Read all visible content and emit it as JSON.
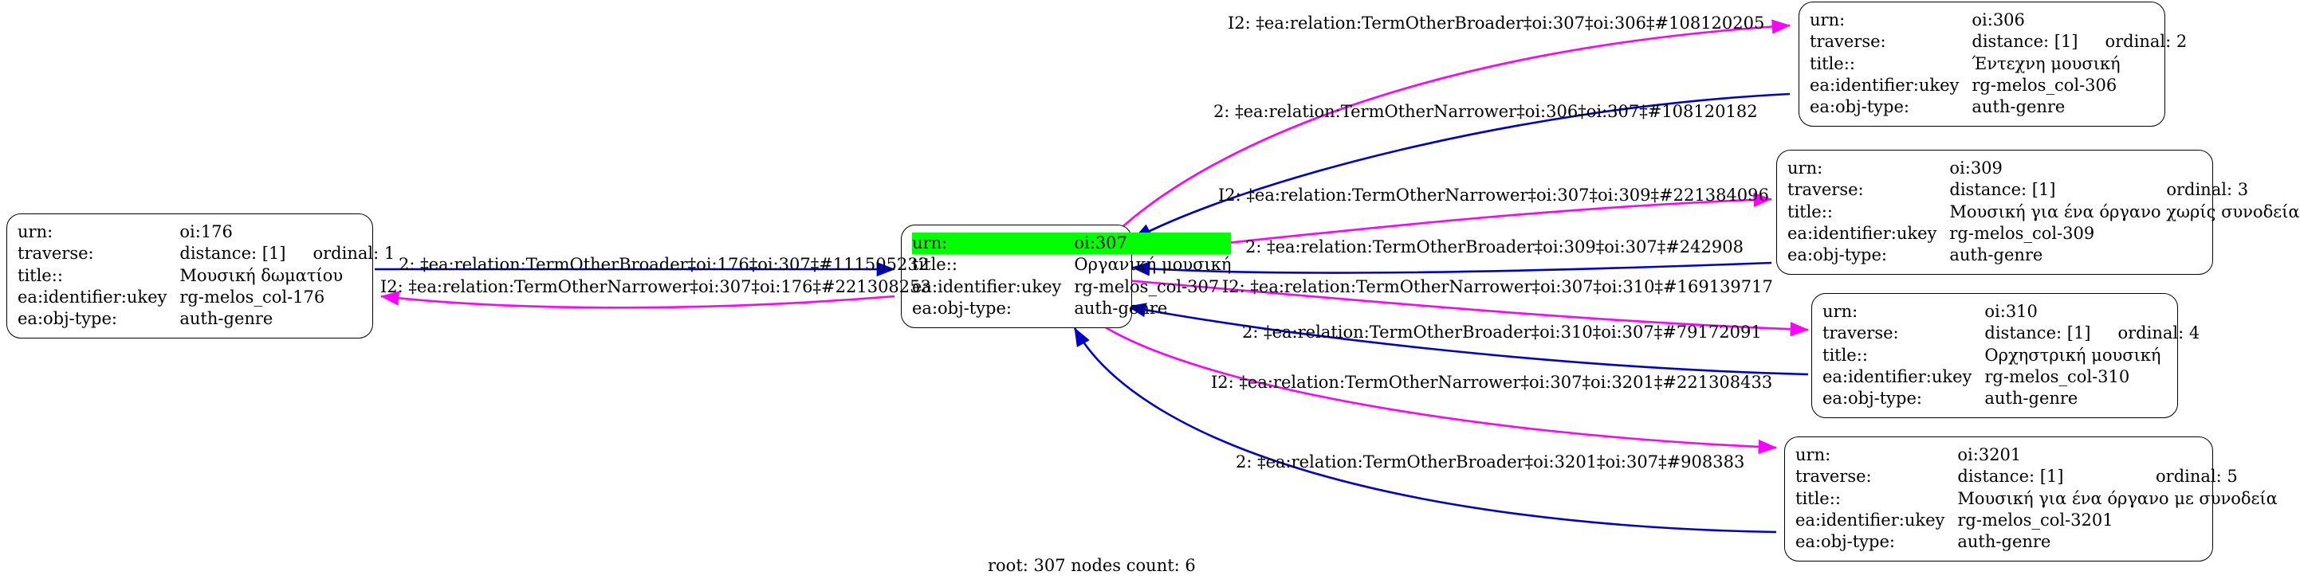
{
  "graph": {
    "footer": "root: 307 nodes count: 6",
    "highlight_color": "#00ff00",
    "edge_colors": {
      "broader": "#0000cc",
      "narrower": "#ff00ff"
    },
    "field_labels": {
      "urn": "urn:",
      "traverse": "traverse:",
      "title": "title::",
      "ukey": "ea:identifier:ukey",
      "objtype": "ea:obj-type:"
    }
  },
  "nodes": {
    "root": {
      "urn_label": "urn:",
      "urn": "oi:307",
      "title_label": "title::",
      "title": "Οργανική μουσική",
      "ukey_label": "ea:identifier:ukey",
      "ukey": "rg-melos_col-307",
      "objtype_label": "ea:obj-type:",
      "objtype": "auth-genre"
    },
    "n176": {
      "urn_label": "urn:",
      "urn": "oi:176",
      "traverse_label": "traverse:",
      "distance": "distance: [1]",
      "ordinal": "ordinal: 1",
      "title_label": "title::",
      "title": "Μουσική δωματίου",
      "ukey_label": "ea:identifier:ukey",
      "ukey": "rg-melos_col-176",
      "objtype_label": "ea:obj-type:",
      "objtype": "auth-genre"
    },
    "n306": {
      "urn_label": "urn:",
      "urn": "oi:306",
      "traverse_label": "traverse:",
      "distance": "distance: [1]",
      "ordinal": "ordinal: 2",
      "title_label": "title::",
      "title": "Έντεχνη μουσική",
      "ukey_label": "ea:identifier:ukey",
      "ukey": "rg-melos_col-306",
      "objtype_label": "ea:obj-type:",
      "objtype": "auth-genre"
    },
    "n309": {
      "urn_label": "urn:",
      "urn": "oi:309",
      "traverse_label": "traverse:",
      "distance": "distance: [1]",
      "ordinal": "ordinal: 3",
      "title_label": "title::",
      "title": "Μουσική για ένα όργανο χωρίς συνοδεία",
      "ukey_label": "ea:identifier:ukey",
      "ukey": "rg-melos_col-309",
      "objtype_label": "ea:obj-type:",
      "objtype": "auth-genre"
    },
    "n310": {
      "urn_label": "urn:",
      "urn": "oi:310",
      "traverse_label": "traverse:",
      "distance": "distance: [1]",
      "ordinal": "ordinal: 4",
      "title_label": "title::",
      "title": "Ορχηστρική μουσική",
      "ukey_label": "ea:identifier:ukey",
      "ukey": "rg-melos_col-310",
      "objtype_label": "ea:obj-type:",
      "objtype": "auth-genre"
    },
    "n3201": {
      "urn_label": "urn:",
      "urn": "oi:3201",
      "traverse_label": "traverse:",
      "distance": "distance: [1]",
      "ordinal": "ordinal: 5",
      "title_label": "title::",
      "title": "Μουσική για ένα όργανο με συνοδεία",
      "ukey_label": "ea:identifier:ukey",
      "ukey": "rg-melos_col-3201",
      "objtype_label": "ea:obj-type:",
      "objtype": "auth-genre"
    }
  },
  "edges": [
    {
      "id": "e306b",
      "label": "I2: ‡ea:relation:TermOtherBroader‡oi:307‡oi:306‡#108120205",
      "color": "#ff00ff"
    },
    {
      "id": "e306n",
      "label": "2: ‡ea:relation:TermOtherNarrower‡oi:306‡oi:307‡#108120182",
      "color": "#0000cc"
    },
    {
      "id": "e309n",
      "label": "I2: ‡ea:relation:TermOtherNarrower‡oi:307‡oi:309‡#221384096",
      "color": "#ff00ff"
    },
    {
      "id": "e309b",
      "label": "2: ‡ea:relation:TermOtherBroader‡oi:309‡oi:307‡#242908",
      "color": "#0000cc"
    },
    {
      "id": "e310n",
      "label": "I2: ‡ea:relation:TermOtherNarrower‡oi:307‡oi:310‡#169139717",
      "color": "#ff00ff"
    },
    {
      "id": "e310b",
      "label": "2: ‡ea:relation:TermOtherBroader‡oi:310‡oi:307‡#79172091",
      "color": "#0000cc"
    },
    {
      "id": "e3201n",
      "label": "I2: ‡ea:relation:TermOtherNarrower‡oi:307‡oi:3201‡#221308433",
      "color": "#ff00ff"
    },
    {
      "id": "e3201b",
      "label": "2: ‡ea:relation:TermOtherBroader‡oi:3201‡oi:307‡#908383",
      "color": "#0000cc"
    },
    {
      "id": "e176b",
      "label": "2: ‡ea:relation:TermOtherBroader‡oi:176‡oi:307‡#111505232",
      "color": "#0000cc"
    },
    {
      "id": "e176n",
      "label": "I2: ‡ea:relation:TermOtherNarrower‡oi:307‡oi:176‡#221308253",
      "color": "#ff00ff"
    }
  ]
}
